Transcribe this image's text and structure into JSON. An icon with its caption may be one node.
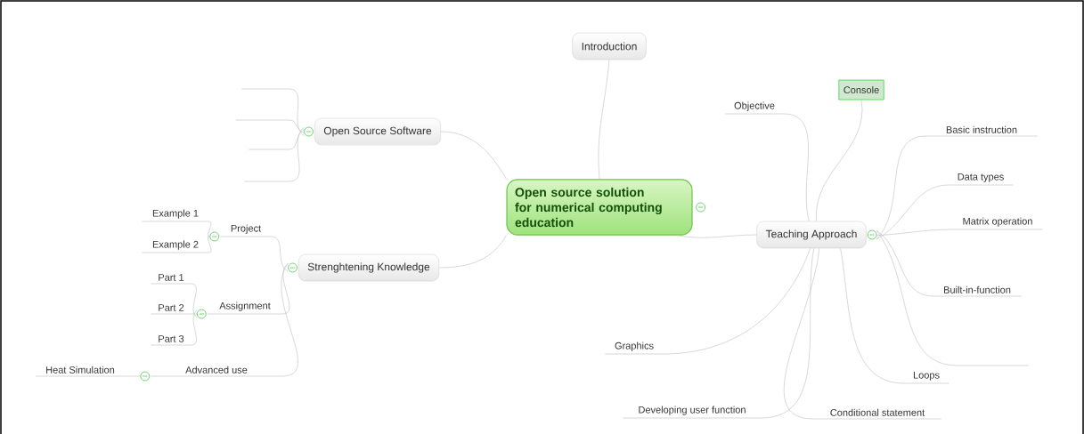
{
  "diagram": {
    "nodes": [
      {
        "text": [
          "Open source solution for numerical computing education"
        ]
      },
      {
        "text": [
          "Introduction"
        ]
      },
      {
        "text": [
          "Open Source Software"
        ]
      },
      {
        "text": [],
        "shape": "line"
      },
      {
        "text": [],
        "shape": "line"
      },
      {
        "text": [],
        "shape": "line"
      },
      {
        "text": [],
        "shape": "line"
      },
      {
        "text": [
          "Strenghtening Knowledge"
        ]
      },
      {
        "text": [
          "Project"
        ]
      },
      {
        "text": [
          "Example 1"
        ]
      },
      {
        "text": [
          "Example 2"
        ]
      },
      {
        "text": [
          "Assignment"
        ]
      },
      {
        "text": [
          "Part 1"
        ]
      },
      {
        "text": [
          "Part 2"
        ]
      },
      {
        "text": [
          "Part 3"
        ]
      },
      {
        "text": [
          "Advanced use"
        ]
      },
      {
        "text": [
          "Heat Simulation"
        ]
      },
      {
        "text": [
          "Teaching Approach"
        ]
      },
      {
        "text": [
          "Objective"
        ]
      },
      {
        "text": [
          "Console"
        ]
      },
      {
        "text": [
          "Basic instruction"
        ]
      },
      {
        "text": [
          "Data types"
        ]
      },
      {
        "text": [
          "Matrix operation"
        ]
      },
      {
        "text": [
          "Built-in-function"
        ]
      },
      {
        "text": [],
        "shape": "line"
      },
      {
        "text": [
          "Graphics"
        ]
      },
      {
        "text": [
          "Loops"
        ]
      },
      {
        "text": [
          "Developing user function"
        ]
      },
      {
        "text": [
          "Conditional statement"
        ]
      }
    ],
    "edges": [
      {
        "from": 0,
        "to": 1,
        "arrow": "none"
      },
      {
        "from": 0,
        "to": 2,
        "arrow": "none"
      },
      {
        "from": 2,
        "to": 3,
        "arrow": "none"
      },
      {
        "from": 2,
        "to": 4,
        "arrow": "none"
      },
      {
        "from": 2,
        "to": 5,
        "arrow": "none"
      },
      {
        "from": 2,
        "to": 6,
        "arrow": "none"
      },
      {
        "from": 0,
        "to": 7,
        "arrow": "none"
      },
      {
        "from": 7,
        "to": 8,
        "arrow": "none"
      },
      {
        "from": 8,
        "to": 9,
        "arrow": "none"
      },
      {
        "from": 8,
        "to": 10,
        "arrow": "none"
      },
      {
        "from": 7,
        "to": 11,
        "arrow": "none"
      },
      {
        "from": 11,
        "to": 12,
        "arrow": "none"
      },
      {
        "from": 11,
        "to": 13,
        "arrow": "none"
      },
      {
        "from": 11,
        "to": 14,
        "arrow": "none"
      },
      {
        "from": 7,
        "to": 15,
        "arrow": "none"
      },
      {
        "from": 15,
        "to": 16,
        "arrow": "none"
      },
      {
        "from": 0,
        "to": 17,
        "arrow": "none"
      },
      {
        "from": 17,
        "to": 18,
        "arrow": "none"
      },
      {
        "from": 17,
        "to": 19,
        "arrow": "none"
      },
      {
        "from": 17,
        "to": 20,
        "arrow": "none"
      },
      {
        "from": 17,
        "to": 21,
        "arrow": "none"
      },
      {
        "from": 17,
        "to": 22,
        "arrow": "none"
      },
      {
        "from": 17,
        "to": 23,
        "arrow": "none"
      },
      {
        "from": 17,
        "to": 24,
        "arrow": "none"
      },
      {
        "from": 17,
        "to": 25,
        "arrow": "none"
      },
      {
        "from": 17,
        "to": 26,
        "arrow": "none"
      },
      {
        "from": 17,
        "to": 27,
        "arrow": "none"
      },
      {
        "from": 17,
        "to": 28,
        "arrow": "none"
      }
    ]
  }
}
